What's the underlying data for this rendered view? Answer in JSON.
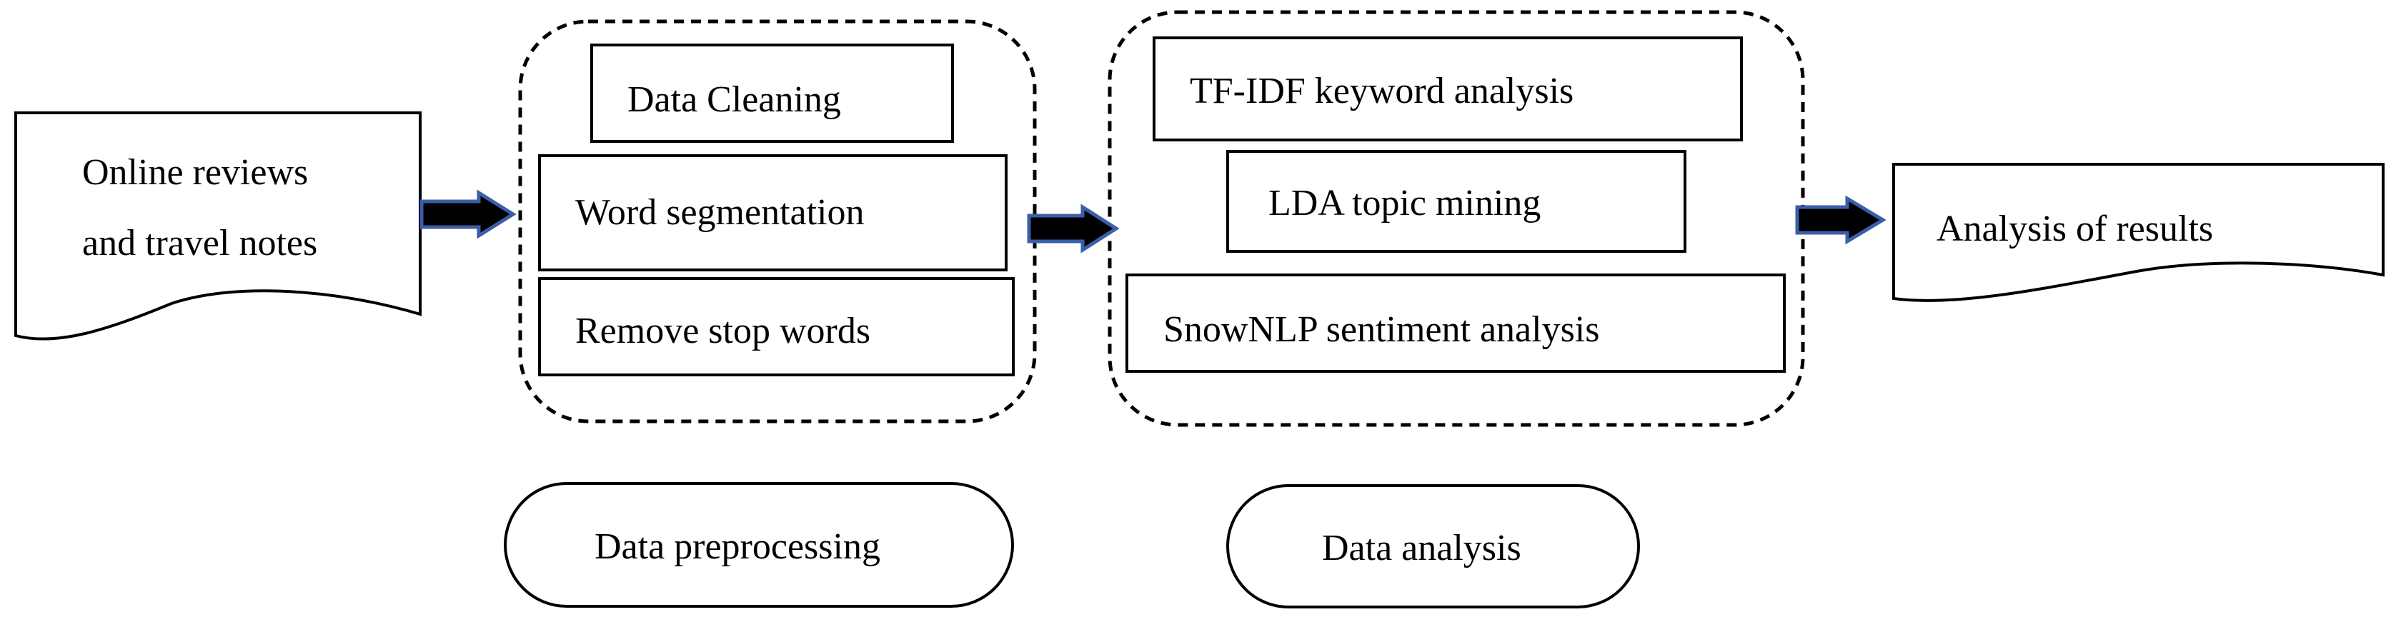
{
  "source": {
    "line1": "Online reviews",
    "line2": "and travel notes"
  },
  "preprocessing": {
    "steps": [
      "Data Cleaning",
      "Word segmentation",
      "Remove stop words"
    ],
    "caption": "Data preprocessing"
  },
  "analysis": {
    "steps": [
      "TF-IDF keyword analysis",
      "LDA topic mining",
      "SnowNLP sentiment analysis"
    ],
    "caption": "Data analysis"
  },
  "result": {
    "label": "Analysis of results"
  },
  "colors": {
    "arrow_fill": "#000000",
    "arrow_outline": "#3a5ea8",
    "stroke": "#000000"
  }
}
